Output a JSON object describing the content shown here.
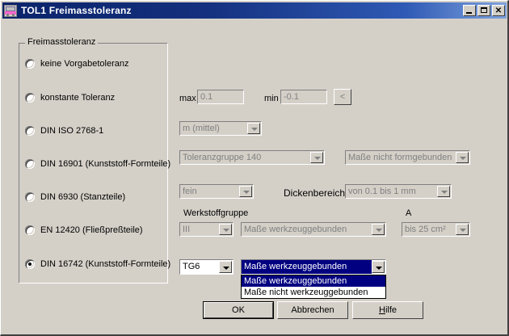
{
  "window": {
    "title": "TOL1  Freimasstoleranz",
    "icon": "app-window-icon",
    "buttons": {
      "minimize": "minimize-icon",
      "maximize": "maximize-icon",
      "close": "✕"
    }
  },
  "groupbox": {
    "legend": "Freimasstoleranz",
    "options": [
      {
        "label": "keine Vorgabetoleranz",
        "checked": false
      },
      {
        "label": "konstante Toleranz",
        "checked": false
      },
      {
        "label": "DIN ISO 2768-1",
        "checked": false
      },
      {
        "label": "DIN 16901 (Kunststoff-Formteile)",
        "checked": false
      },
      {
        "label": "DIN 6930 (Stanzteile)",
        "checked": false
      },
      {
        "label": "EN 12420 (Fließpreßteile)",
        "checked": false
      },
      {
        "label": "DIN 16742 (Kunststoff-Formteile)",
        "checked": true
      }
    ]
  },
  "tolerance": {
    "max_label": "max",
    "max_value": "0.1",
    "min_label": "min",
    "min_value": "-0.1",
    "prev_button": "<"
  },
  "combos": {
    "grade": "m (mittel)",
    "tolerance_group": "Toleranzgruppe 140",
    "form_bound": "Maße nicht formgebunden",
    "fineness": "fein",
    "thickness_label": "Dickenbereich",
    "thickness_range": "von 0.1 bis 1 mm",
    "material_group_label": "Werkstoffgruppe",
    "material_group": "III",
    "tool_bound": "Maße werkzeuggebunden",
    "area_label": "A",
    "area_range": "bis 25 cm²",
    "tg_value": "TG6",
    "active_value": "Maße werkzeuggebunden",
    "dropdown_options": [
      {
        "label": "Maße werkzeuggebunden",
        "highlighted": true
      },
      {
        "label": "Maße nicht werkzeuggebunden",
        "highlighted": false
      }
    ]
  },
  "footer": {
    "ok": "OK",
    "cancel": "Abbrechen",
    "help_prefix": "H",
    "help_rest": "ilfe"
  },
  "colors": {
    "face": "#d4d0c8",
    "titlebar_start": "#0a246a",
    "titlebar_end": "#7ea2dd",
    "highlight": "#000080",
    "disabled_text": "#808080"
  }
}
